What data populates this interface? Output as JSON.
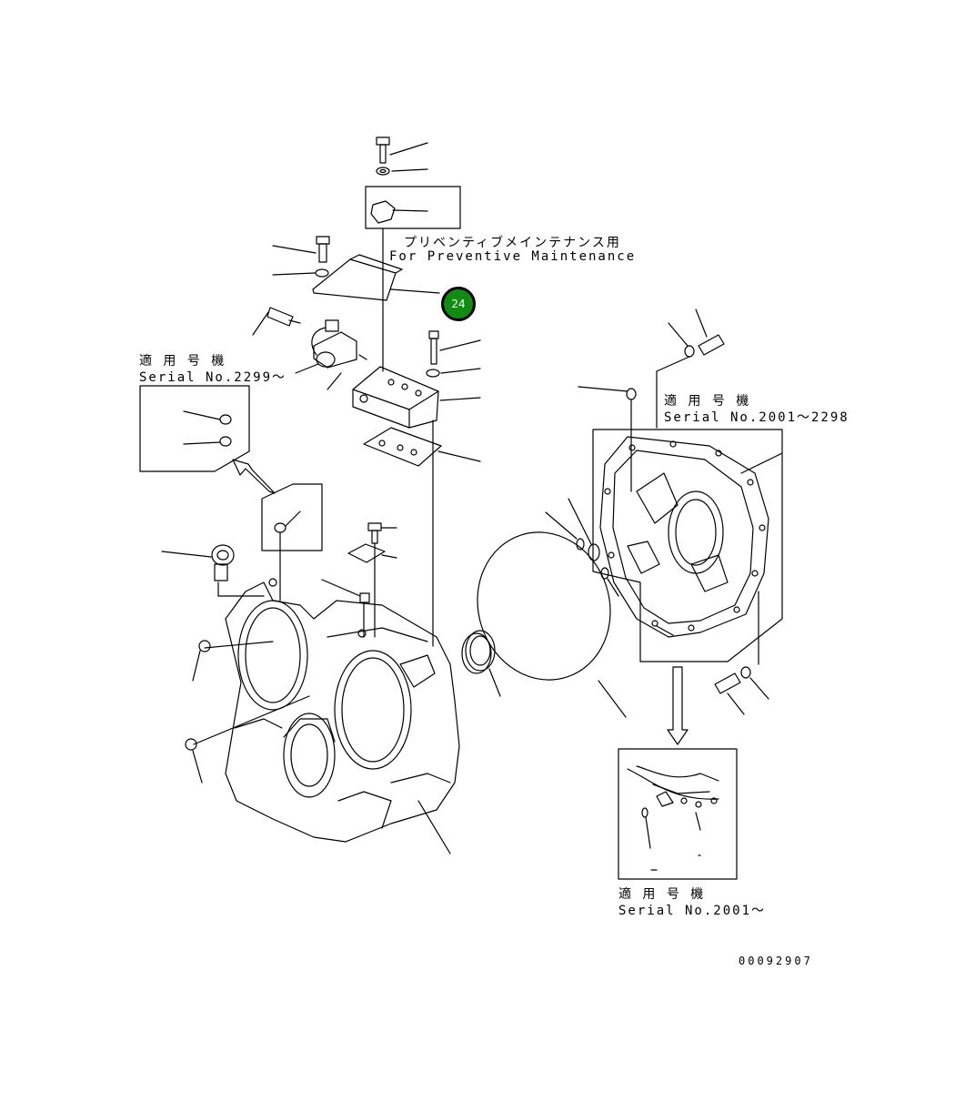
{
  "callout": {
    "number": "24",
    "color": "#138a13"
  },
  "notes": {
    "preventive_jp": "プリベンティブメインテナンス用",
    "preventive_en": "For Preventive Maintenance"
  },
  "serial_boxes": {
    "left": {
      "title": "適 用 号 機",
      "serial": "Serial No.2299～"
    },
    "right": {
      "title": "適 用 号 機",
      "serial": "Serial No.2001～2298"
    },
    "bottom": {
      "title": "適 用 号 機",
      "serial": "Serial No.2001～"
    }
  },
  "drawing_number": "00092907",
  "colors": {
    "line": "#000000",
    "background": "#ffffff"
  }
}
